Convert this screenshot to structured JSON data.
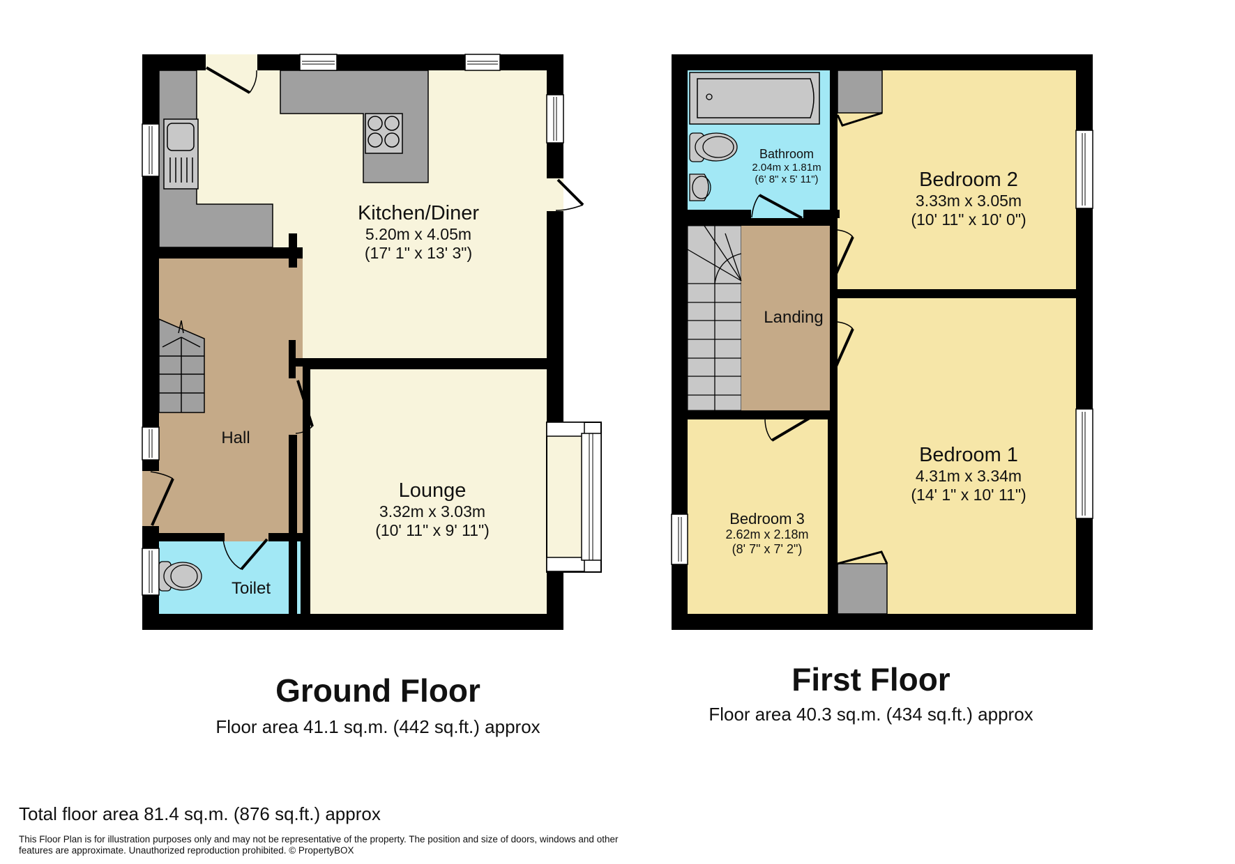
{
  "ground_floor": {
    "title": "Ground Floor",
    "area": "Floor area 41.1 sq.m. (442 sq.ft.) approx",
    "rooms": {
      "kitchen": {
        "name": "Kitchen/Diner",
        "metric": "5.20m x 4.05m",
        "imperial": "(17' 1\" x 13' 3\")"
      },
      "lounge": {
        "name": "Lounge",
        "metric": "3.32m x 3.03m",
        "imperial": "(10' 11\" x 9' 11\")"
      },
      "hall": {
        "name": "Hall"
      },
      "toilet": {
        "name": "Toilet"
      }
    }
  },
  "first_floor": {
    "title": "First Floor",
    "area": "Floor area 40.3 sq.m. (434 sq.ft.) approx",
    "rooms": {
      "bathroom": {
        "name": "Bathroom",
        "metric": "2.04m x 1.81m",
        "imperial": "(6' 8\" x 5' 11\")"
      },
      "bedroom2": {
        "name": "Bedroom 2",
        "metric": "3.33m x 3.05m",
        "imperial": "(10' 11\" x 10' 0\")"
      },
      "landing": {
        "name": "Landing"
      },
      "bedroom1": {
        "name": "Bedroom 1",
        "metric": "4.31m x 3.34m",
        "imperial": "(14' 1\" x 10' 11\")"
      },
      "bedroom3": {
        "name": "Bedroom 3",
        "metric": "2.62m x 2.18m",
        "imperial": "(8' 7\" x 7' 2\")"
      }
    }
  },
  "total_area": "Total floor area 81.4 sq.m. (876 sq.ft.) approx",
  "disclaimer": "This Floor Plan is for illustration purposes only and may not be representative of the property. The position and size of doors, windows and other features are approximate. Unauthorized reproduction prohibited. © PropertyBOX",
  "colors": {
    "wall": "#000000",
    "kitchen_lounge": "#f8f4dc",
    "hall_landing": "#c5aa88",
    "wet_room": "#a2e8f5",
    "bedroom": "#f6e6a8",
    "fixture": "#a0a0a0",
    "fixture_light": "#c8c8c8"
  }
}
